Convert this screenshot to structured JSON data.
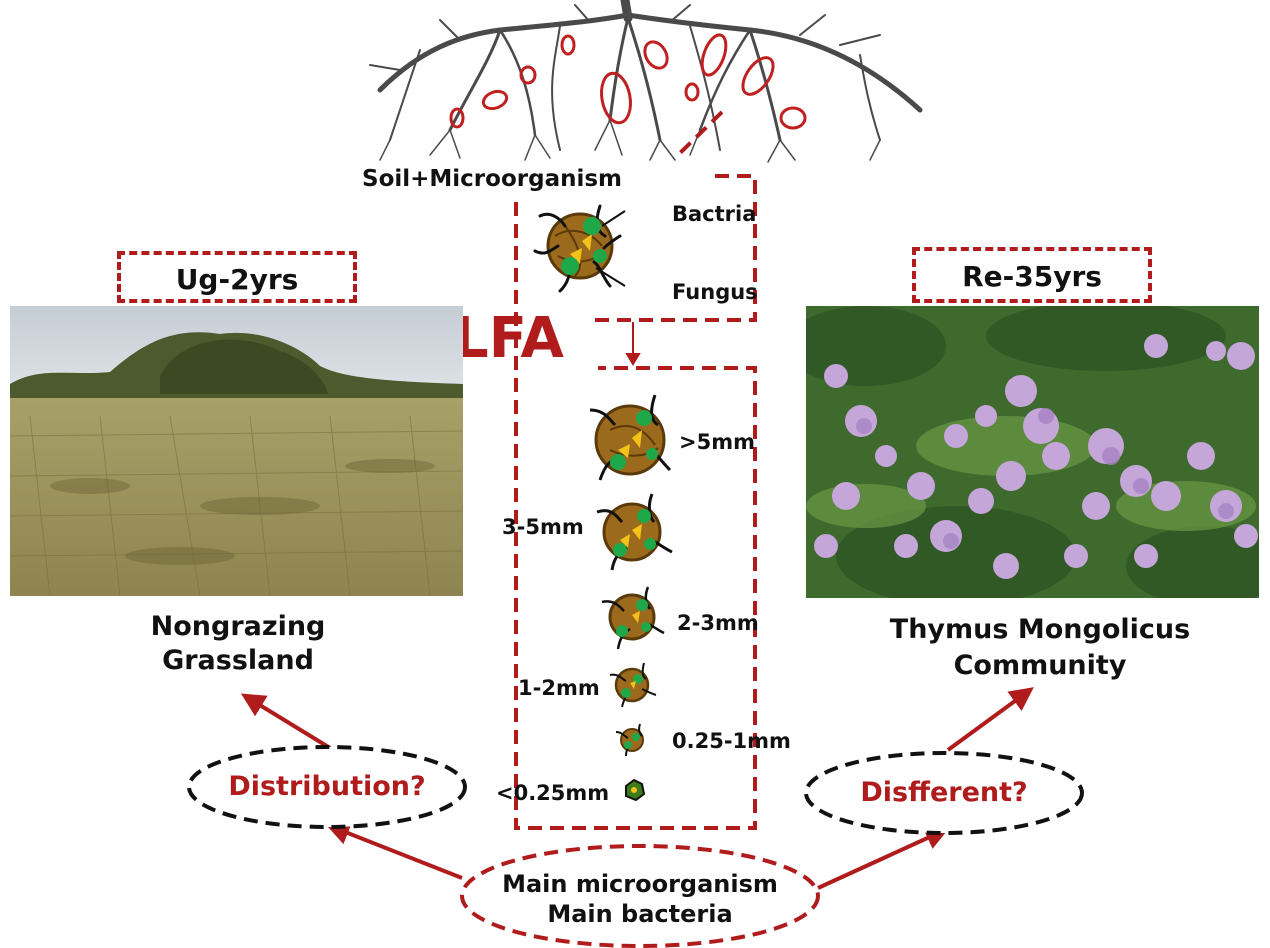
{
  "top_label": "Soil+Microorganism",
  "bacteria_label": "Bactria",
  "fungus_label": "Fungus",
  "plfa_label": "PLFA",
  "left_site": {
    "tag": "Ug-2yrs",
    "name_line1": "Nongrazing",
    "name_line2": "Grassland"
  },
  "right_site": {
    "tag": "Re-35yrs",
    "name_line1": "Thymus Mongolicus",
    "name_line2": "Community"
  },
  "sizes": [
    ">5mm",
    "3-5mm",
    "2-3mm",
    "1-2mm",
    "0.25-1mm",
    "<0.25mm"
  ],
  "left_question": "Distribution?",
  "right_question": "Disfferent?",
  "bottom_line1": "Main microorganism",
  "bottom_line2": "Main bacteria",
  "colors": {
    "accent_red": "#b01c1c",
    "aggregate_brown": "#9c6a1c",
    "bacteria_green": "#1fa84a",
    "fungus_yellow": "#f2c21a"
  }
}
